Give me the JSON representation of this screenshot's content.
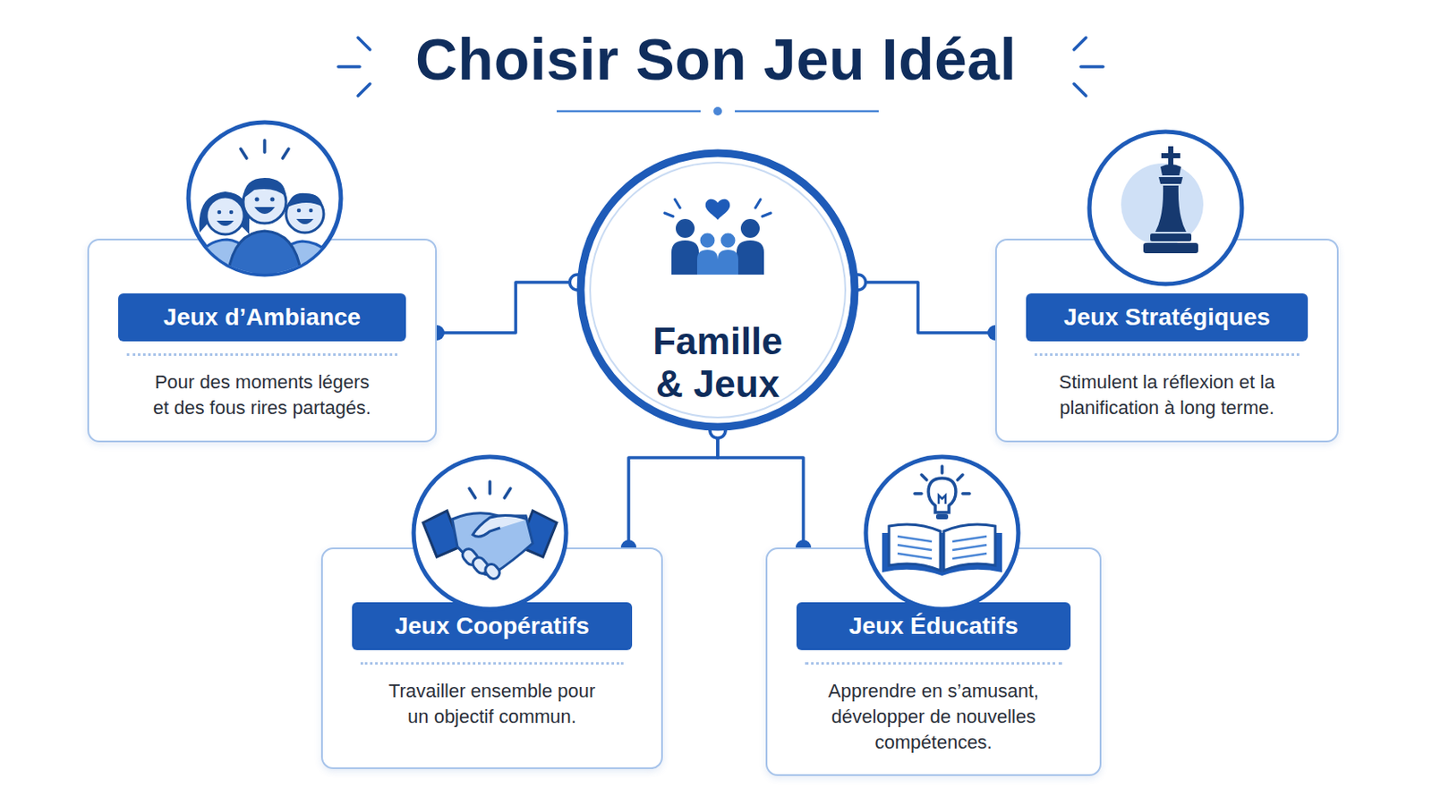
{
  "diagram": {
    "title": "Choisir Son Jeu Idéal",
    "nodes": [
      {
        "text": [
          "Famille & Jeux"
        ]
      },
      {
        "text": [
          "Jeux d’Ambiance",
          "Pour des moments légers et des fous rires partagés."
        ]
      },
      {
        "text": [
          "Jeux Stratégiques",
          "Stimulent la réflexion et la planification à long terme."
        ]
      },
      {
        "text": [
          "Jeux Coopératifs",
          "Travailler ensemble pour un objectif commun."
        ]
      },
      {
        "text": [
          "Jeux Éducatifs",
          "Apprendre en s’amusant, développer de nouvelles compétences."
        ]
      }
    ],
    "edges": [
      {
        "from": 0,
        "to": 1,
        "arrow": "none"
      },
      {
        "from": 0,
        "to": 2,
        "arrow": "none"
      },
      {
        "from": 0,
        "to": 3,
        "arrow": "none"
      },
      {
        "from": 0,
        "to": 4,
        "arrow": "none"
      }
    ]
  }
}
